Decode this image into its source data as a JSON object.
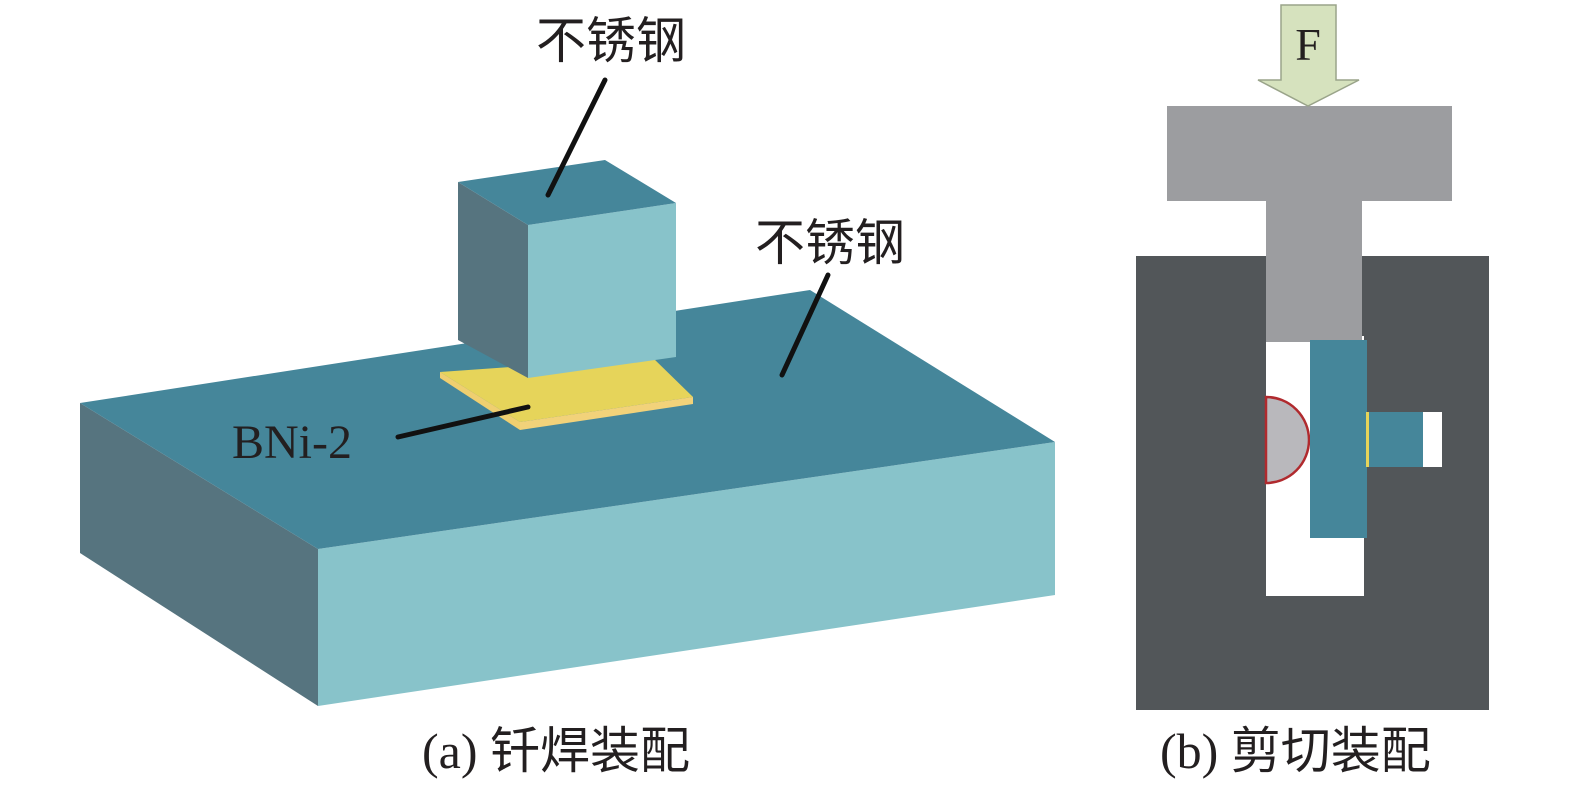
{
  "panel_a": {
    "label_top_block": "不锈钢",
    "label_base_block": "不锈钢",
    "label_filler": "BNi-2",
    "caption": "(a) 钎焊装配"
  },
  "panel_b": {
    "force_label": "F",
    "caption": "(b) 剪切装配"
  },
  "colors": {
    "steel_top": "#45869a",
    "steel_front": "#88c3ca",
    "steel_side": "#56747f",
    "filler_top": "#e6d45a",
    "filler_edge": "#f2d27a",
    "punch": "#9c9da0",
    "fixture": "#525659",
    "arrow_fill": "#d6e2be",
    "support_circle": "#b9b8bc",
    "support_circle_edge": "#b02a2e"
  }
}
